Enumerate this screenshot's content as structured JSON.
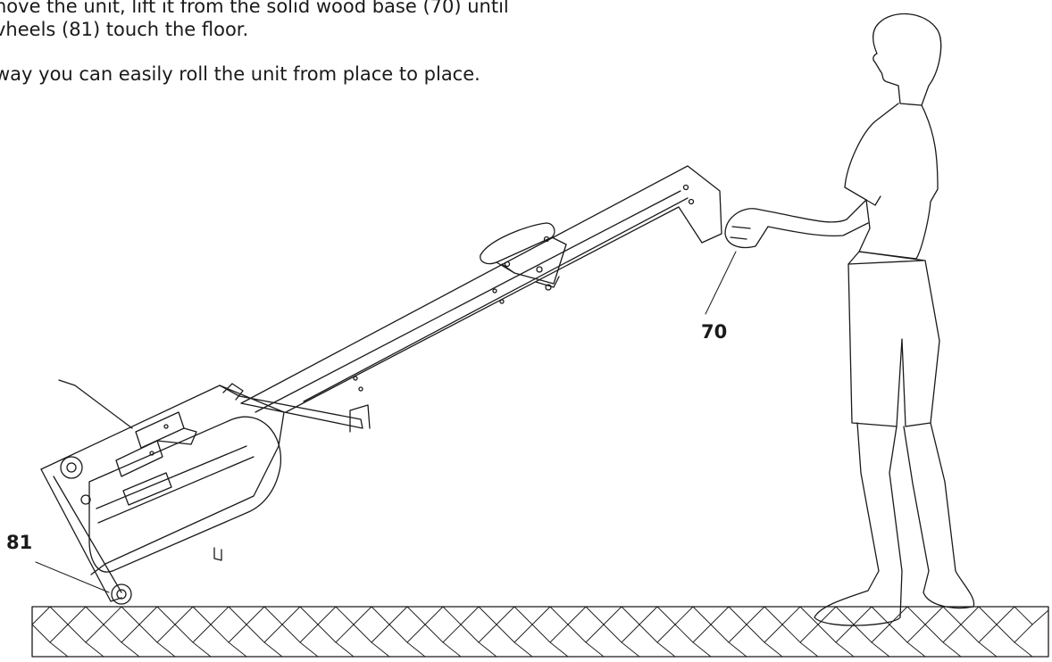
{
  "instructions": {
    "lines": [
      "nove the unit, lift it from the solid wood base (70) until",
      "vheels (81) touch the floor.",
      "way you can easily roll the unit from place to place."
    ]
  },
  "callouts": {
    "base": "70",
    "wheels": "81"
  },
  "colors": {
    "line": "#1a1a1a",
    "floor_fill": "#ffffff"
  }
}
